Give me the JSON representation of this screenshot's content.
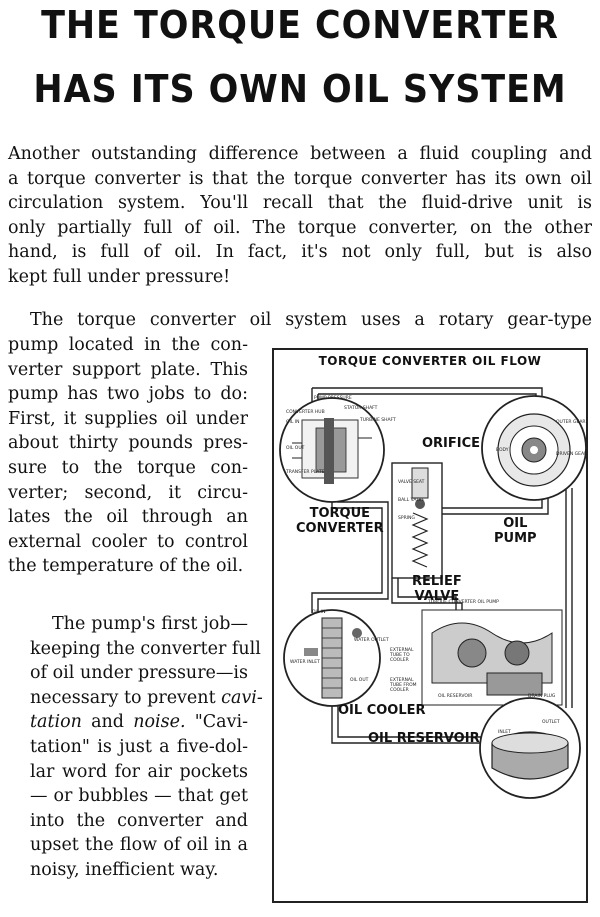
{
  "title": {
    "line1": "THE TORQUE CONVERTER",
    "line2": "HAS ITS OWN OIL SYSTEM"
  },
  "paragraph1": [
    "Another outstanding difference between a fluid coupling and",
    "a torque converter is that the torque converter has its own oil",
    "circulation system. You'll recall that the fluid-drive unit is",
    "only partially full of oil. The torque converter, on the other",
    "hand, is full of oil. In fact, it's not only full, but is also",
    "kept full under pressure!"
  ],
  "paragraph2_first": "The torque converter oil system uses a rotary gear-type",
  "paragraph2_col": [
    "pump located in the con-",
    "verter support plate. This",
    "pump has two jobs to do:",
    "First, it supplies oil under",
    "about thirty pounds pres-",
    "sure to the torque con-",
    "verter; second, it circu-",
    "lates the oil through an",
    "external cooler to control",
    "the temperature of the oil."
  ],
  "paragraph3": {
    "l1": "The pump's first job—",
    "l2": "keeping the converter full",
    "l3": "of oil under pressure—is",
    "l4a": "necessary to prevent ",
    "l4b": "cavi-",
    "l5a": "tation",
    "l5b": " and ",
    "l5c": "noise.",
    "l5d": " \"Cavi-",
    "l6": "tation\" is just a five-dol-",
    "l7": "lar word for air pockets",
    "l8": "— or bubbles — that get",
    "l9": "into the converter and",
    "l10": "upset the flow of oil in a",
    "l11": "noisy, inefficient way."
  },
  "figure": {
    "title": "TORQUE CONVERTER OIL FLOW",
    "labels": {
      "orifice": "ORIFICE",
      "torque_converter": "TORQUE\nCONVERTER",
      "oil_pump": "OIL\nPUMP",
      "relief_valve": "RELIEF\nVALVE",
      "oil_cooler": "OIL COOLER",
      "oil_reservoir": "OIL RESERVOIR"
    },
    "small_labels": {
      "pump_pressure": "PUMP PRESSURE",
      "stator_shaft": "STATOR SHAFT",
      "converter_hub": "CONVERTER HUB",
      "oil_in": "OIL IN",
      "turbine_shaft": "TURBINE SHAFT",
      "oil_out": "OIL OUT",
      "transfer_plate": "TRANSFER PLATE",
      "outer_gear": "OUTER GEAR",
      "body": "BODY",
      "driven_gear": "DRIVEN GEAR",
      "valve_seat": "VALVE SEAT",
      "ball_valve": "BALL VALVE",
      "spring": "SPRING",
      "water_outlet": "WATER OUTLET",
      "water_inlet": "WATER INLET",
      "oil_in2": "OIL IN",
      "oil_out2": "OIL OUT",
      "torque_converter_oil_pump": "TORQUE CONVERTER   OIL PUMP",
      "external_tube_to_cooler": "EXTERNAL TUBE TO COOLER",
      "external_tube_from_cooler": "EXTERNAL TUBE FROM COOLER",
      "oil_reservoir_small": "OIL RESERVOIR",
      "drain_plug": "DRAIN PLUG",
      "outlet": "OUTLET",
      "inlet": "INLET"
    }
  }
}
